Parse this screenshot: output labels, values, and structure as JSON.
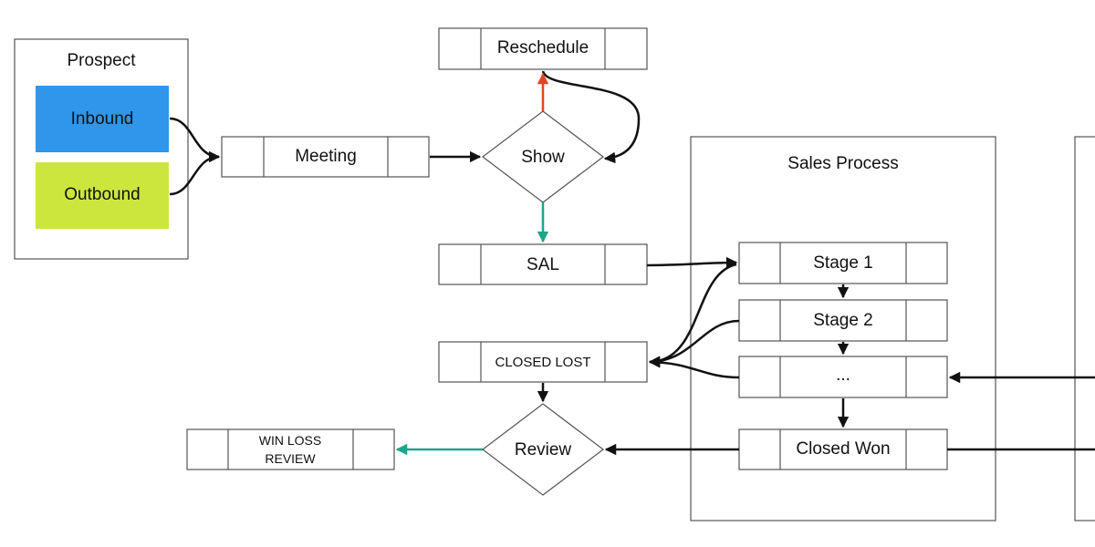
{
  "colors": {
    "inbound_fill": "#2e96eb",
    "outbound_fill": "#cde63e",
    "stroke": "#111111",
    "box_border": "#555555",
    "arrow_red": "#e2461f",
    "arrow_teal": "#1ea58a"
  },
  "prospect": {
    "title": "Prospect",
    "inbound": "Inbound",
    "outbound": "Outbound"
  },
  "nodes": {
    "meeting": "Meeting",
    "reschedule": "Reschedule",
    "show": "Show",
    "sal": "SAL",
    "closed_lost": "CLOSED LOST",
    "review": "Review",
    "win_loss_line1": "WIN LOSS",
    "win_loss_line2": "REVIEW"
  },
  "sales_process": {
    "title": "Sales Process",
    "stage1": "Stage 1",
    "stage2": "Stage 2",
    "stage_more": "...",
    "closed_won": "Closed Won"
  }
}
